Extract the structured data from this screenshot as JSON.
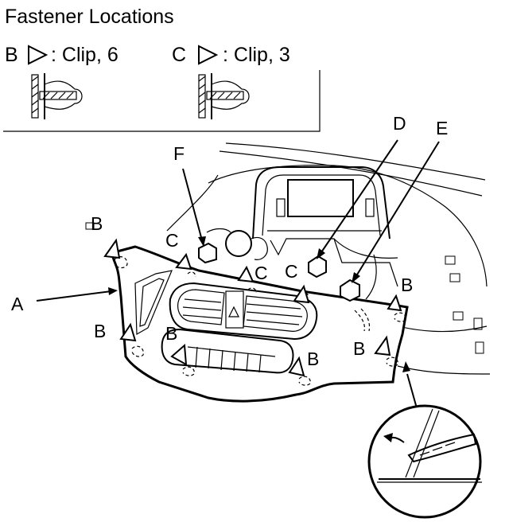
{
  "title": "Fastener Locations",
  "legend": {
    "b": {
      "letter": "B",
      "text": ": Clip, 6"
    },
    "c": {
      "letter": "C",
      "text": ": Clip, 3"
    }
  },
  "callouts": {
    "a": "A",
    "b": "B",
    "c": "C",
    "d": "D",
    "e": "E",
    "f": "F"
  }
}
